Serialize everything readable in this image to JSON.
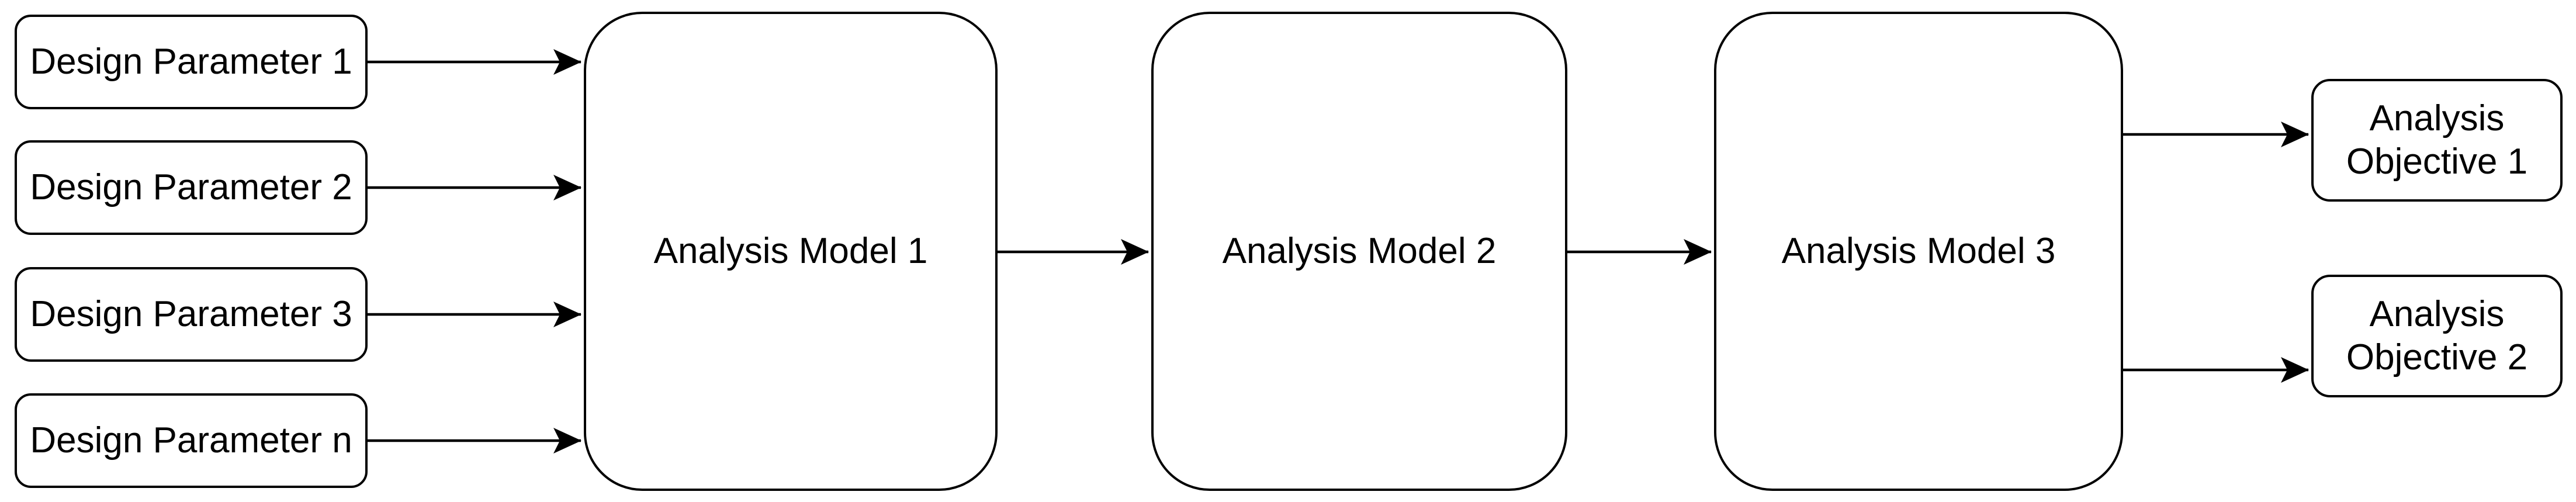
{
  "colors": {
    "background": "#ffffff",
    "stroke": "#000000",
    "text": "#000000"
  },
  "nodes": {
    "parameters": [
      {
        "label": "Design Parameter 1"
      },
      {
        "label": "Design Parameter 2"
      },
      {
        "label": "Design Parameter 3"
      },
      {
        "label": "Design Parameter n"
      }
    ],
    "models": [
      {
        "label": "Analysis Model 1"
      },
      {
        "label": "Analysis Model 2"
      },
      {
        "label": "Analysis Model 3"
      }
    ],
    "objectives": [
      {
        "lines": [
          "Analysis",
          "Objective 1"
        ]
      },
      {
        "lines": [
          "Analysis",
          "Objective 2"
        ]
      }
    ]
  },
  "edges": [
    {
      "from": "Design Parameter 1",
      "to": "Analysis Model 1"
    },
    {
      "from": "Design Parameter 2",
      "to": "Analysis Model 1"
    },
    {
      "from": "Design Parameter 3",
      "to": "Analysis Model 1"
    },
    {
      "from": "Design Parameter n",
      "to": "Analysis Model 1"
    },
    {
      "from": "Analysis Model 1",
      "to": "Analysis Model 2"
    },
    {
      "from": "Analysis Model 2",
      "to": "Analysis Model 3"
    },
    {
      "from": "Analysis Model 3",
      "to": "Analysis Objective 1"
    },
    {
      "from": "Analysis Model 3",
      "to": "Analysis Objective 2"
    }
  ]
}
